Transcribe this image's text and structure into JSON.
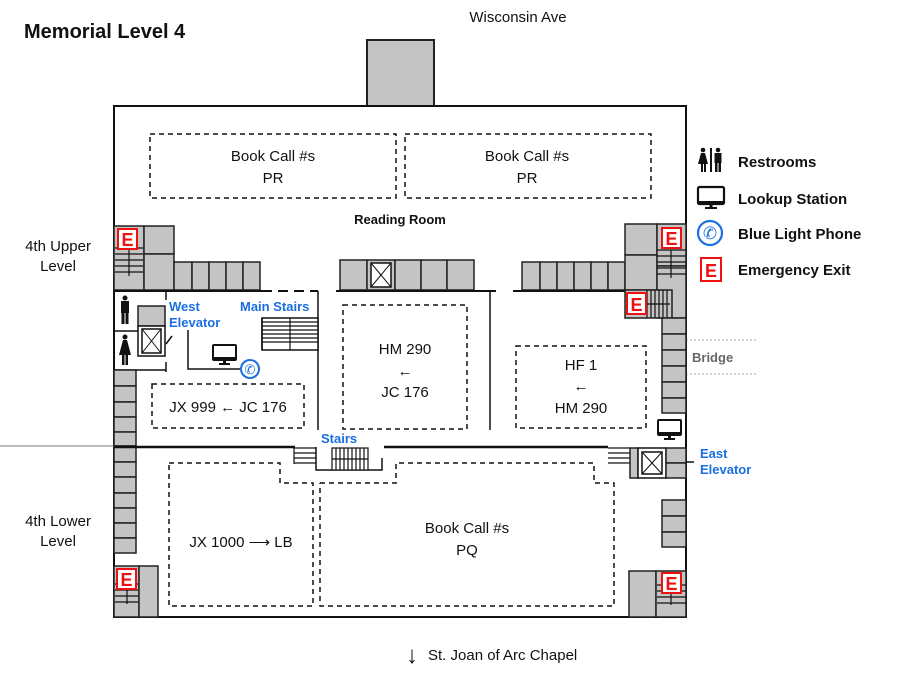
{
  "map": {
    "title": "Memorial Level 4",
    "street_north": "Wisconsin Ave",
    "south_direction": "↓",
    "south_label": "St. Joan of Arc Chapel",
    "levels": {
      "upper": [
        "4th Upper",
        "Level"
      ],
      "lower": [
        "4th Lower",
        "Level"
      ]
    },
    "rooms": {
      "reading_room": "Reading Room",
      "bridge": "Bridge"
    },
    "zones": [
      {
        "id": "pr-left",
        "lines": [
          "Book Call #s",
          "PR"
        ]
      },
      {
        "id": "pr-right",
        "lines": [
          "Book Call #s",
          "PR"
        ]
      },
      {
        "id": "hm-jc",
        "lines": [
          "HM 290",
          "←",
          "JC 176"
        ]
      },
      {
        "id": "hf-hm",
        "lines": [
          "HF 1",
          "←",
          "HM 290"
        ]
      },
      {
        "id": "jx-jc",
        "lines": [
          "JX 999 ← JC 176"
        ]
      },
      {
        "id": "jx-lb",
        "lines": [
          "JX 1000 ⟶ LB"
        ]
      },
      {
        "id": "pq",
        "lines": [
          "Book Call #s",
          "PQ"
        ]
      }
    ],
    "labels": {
      "west_elevator": [
        "West",
        "Elevator"
      ],
      "main_stairs": "Main Stairs",
      "stairs": "Stairs",
      "east_elevator": [
        "East",
        "Elevator"
      ]
    },
    "exit_glyph": "E",
    "colors": {
      "accent_blue": "#1a6fe0",
      "exit_red": "#e11111",
      "shelf_gray": "#c4c4c4"
    }
  },
  "legend": {
    "items": [
      {
        "icon": "restroom-icon",
        "label": "Restrooms"
      },
      {
        "icon": "monitor-icon",
        "label": "Lookup Station"
      },
      {
        "icon": "phone-icon",
        "label": "Blue Light Phone"
      },
      {
        "icon": "exit-icon",
        "label": "Emergency Exit"
      }
    ]
  }
}
